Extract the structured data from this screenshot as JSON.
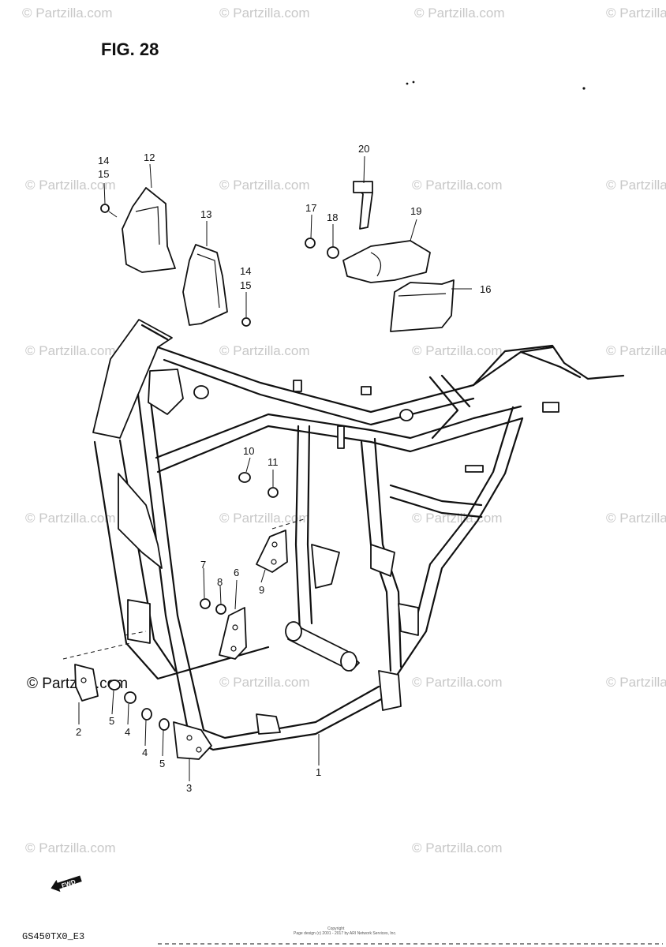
{
  "figure": {
    "title": "FIG. 28"
  },
  "watermark": {
    "text": "© Partzilla.com",
    "color": "#c8c8c8"
  },
  "callouts": [
    {
      "id": "c1",
      "label": "1"
    },
    {
      "id": "c2",
      "label": "2"
    },
    {
      "id": "c3",
      "label": "3"
    },
    {
      "id": "c4a",
      "label": "4"
    },
    {
      "id": "c4b",
      "label": "4"
    },
    {
      "id": "c5a",
      "label": "5"
    },
    {
      "id": "c5b",
      "label": "5"
    },
    {
      "id": "c6",
      "label": "6"
    },
    {
      "id": "c7",
      "label": "7"
    },
    {
      "id": "c8",
      "label": "8"
    },
    {
      "id": "c9",
      "label": "9"
    },
    {
      "id": "c10",
      "label": "10"
    },
    {
      "id": "c11",
      "label": "11"
    },
    {
      "id": "c12",
      "label": "12"
    },
    {
      "id": "c13",
      "label": "13"
    },
    {
      "id": "c14a",
      "label": "14"
    },
    {
      "id": "c15a",
      "label": "15"
    },
    {
      "id": "c14b",
      "label": "14"
    },
    {
      "id": "c15b",
      "label": "15"
    },
    {
      "id": "c16",
      "label": "16"
    },
    {
      "id": "c17",
      "label": "17"
    },
    {
      "id": "c18",
      "label": "18"
    },
    {
      "id": "c19",
      "label": "19"
    },
    {
      "id": "c20",
      "label": "20"
    }
  ],
  "fwd_label": "FWD",
  "model_code": "GS450TX0_E3",
  "footer_note": "Copyright",
  "footer_note2": "Page design (c) 2001 - 2017 by ARI Network Services, Inc."
}
